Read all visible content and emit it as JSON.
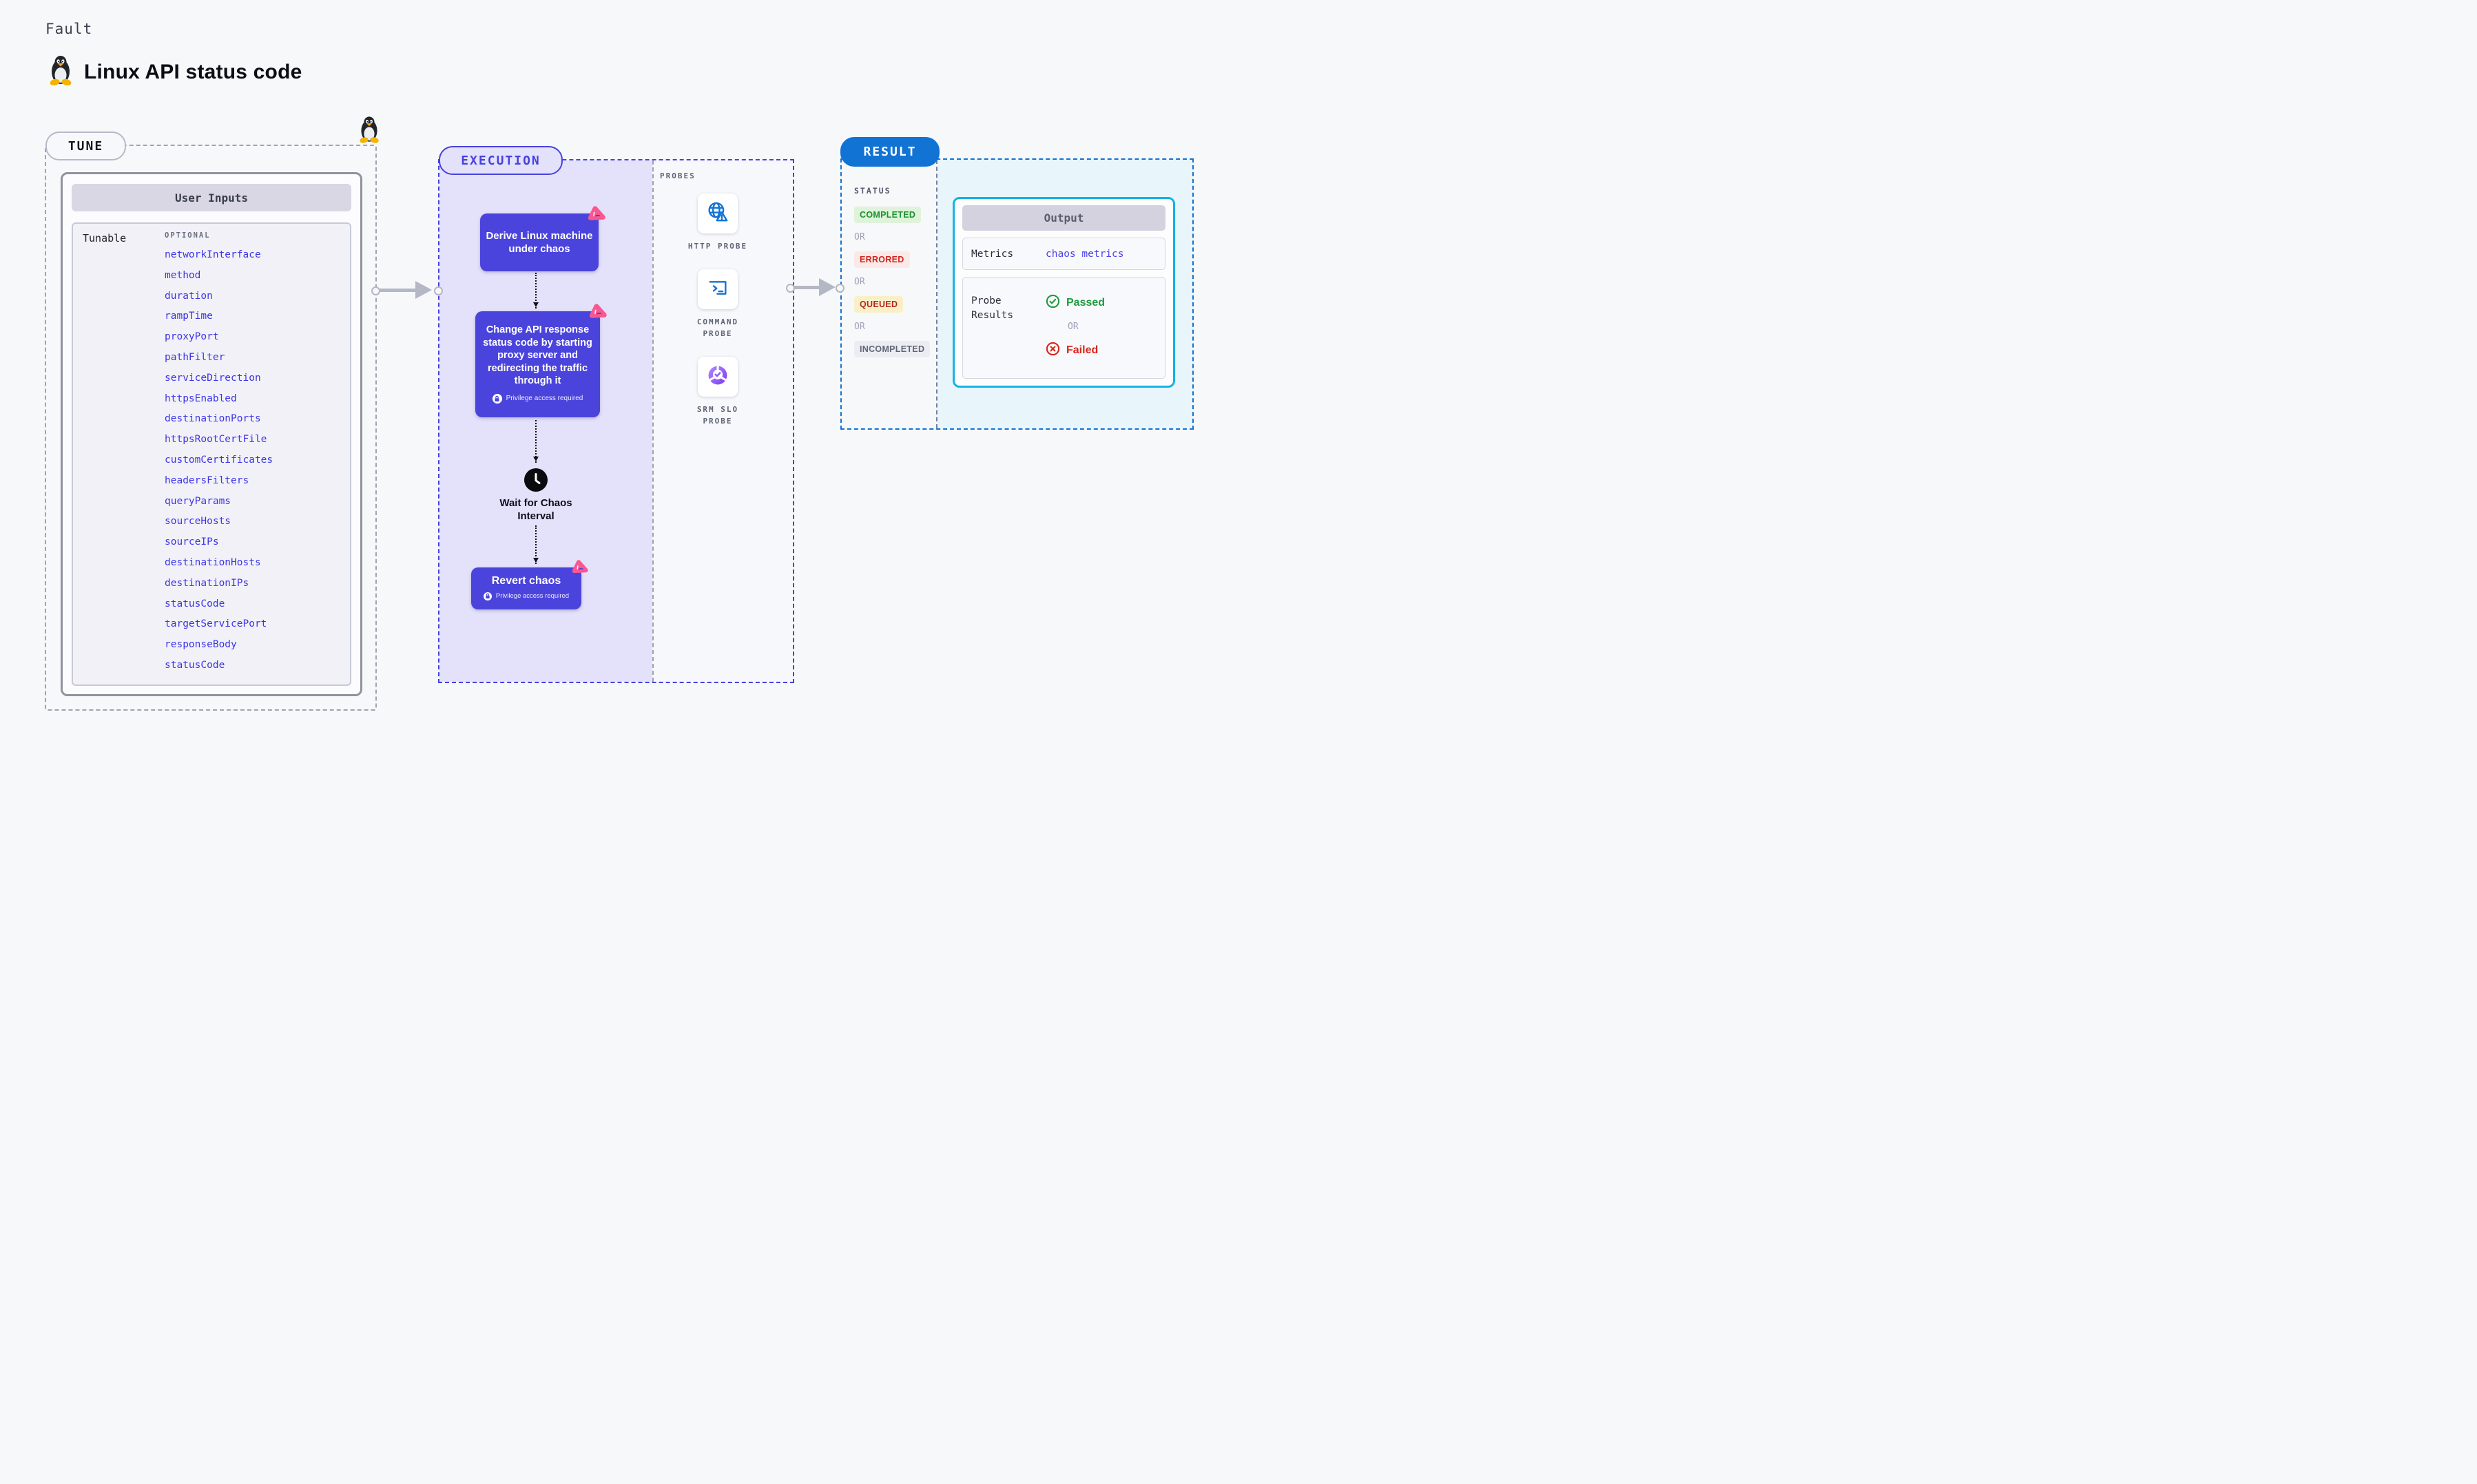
{
  "page": {
    "kicker": "Fault",
    "title": "Linux API status code"
  },
  "tune": {
    "label": "TUNE",
    "table_title": "User Inputs",
    "row_label": "Tunable",
    "column_label": "OPTIONAL",
    "tunables": [
      "networkInterface",
      "method",
      "duration",
      "rampTime",
      "proxyPort",
      "pathFilter",
      "serviceDirection",
      "httpsEnabled",
      "destinationPorts",
      "httpsRootCertFile",
      "customCertificates",
      "headersFilters",
      "queryParams",
      "sourceHosts",
      "sourceIPs",
      "destinationHosts",
      "destinationIPs",
      "statusCode",
      "targetServicePort",
      "responseBody",
      "statusCode"
    ]
  },
  "execution": {
    "label": "EXECUTION",
    "privilege_label": "Privilege access required",
    "steps": [
      {
        "text": "Derive Linux machine under chaos"
      },
      {
        "text": "Change API response status code by starting proxy server and redirecting the traffic through it"
      },
      {
        "text": "Wait for Chaos Interval",
        "icon": "clock-icon"
      },
      {
        "text": "Revert chaos"
      }
    ]
  },
  "probes": {
    "label": "PROBES",
    "items": [
      {
        "label": "HTTP PROBE",
        "icon": "globe-alert-icon"
      },
      {
        "label": "COMMAND PROBE",
        "icon": "terminal-icon"
      },
      {
        "label": "SRM SLO PROBE",
        "icon": "slo-pie-icon"
      }
    ]
  },
  "result": {
    "label": "RESULT",
    "status_label": "STATUS",
    "or_label": "OR",
    "statuses": [
      {
        "label": "COMPLETED",
        "bg": "#DFF3DB",
        "color": "#17902B"
      },
      {
        "label": "ERRORED",
        "bg": "#FBE9E8",
        "color": "#CD251C"
      },
      {
        "label": "QUEUED",
        "bg": "#FAF0C8",
        "color": "#B3281E"
      },
      {
        "label": "INCOMPLETED",
        "bg": "#ECEDF3",
        "color": "#606578"
      }
    ],
    "output": {
      "title": "Output",
      "metrics_label": "Metrics",
      "metrics_value": "chaos metrics",
      "probe_results_label": "Probe Results",
      "passed_label": "Passed",
      "or_label": "OR",
      "failed_label": "Failed"
    }
  },
  "colors": {
    "background": "#F7F8FA",
    "tunable_link": "#3D35E8",
    "execution_accent": "#4741DE",
    "execution_fill": "#E4E2FA",
    "step_box": "#4B44DC",
    "chaos_pink": "#F9578F",
    "probe_icon_blue": "#1273D6",
    "srm_purple": "#7C3AED",
    "result_blue": "#1173D4",
    "output_border": "#13B2E6",
    "output_area": "#E8F6FB",
    "passed_green": "#1F9A3D",
    "failed_red": "#D7261A"
  }
}
